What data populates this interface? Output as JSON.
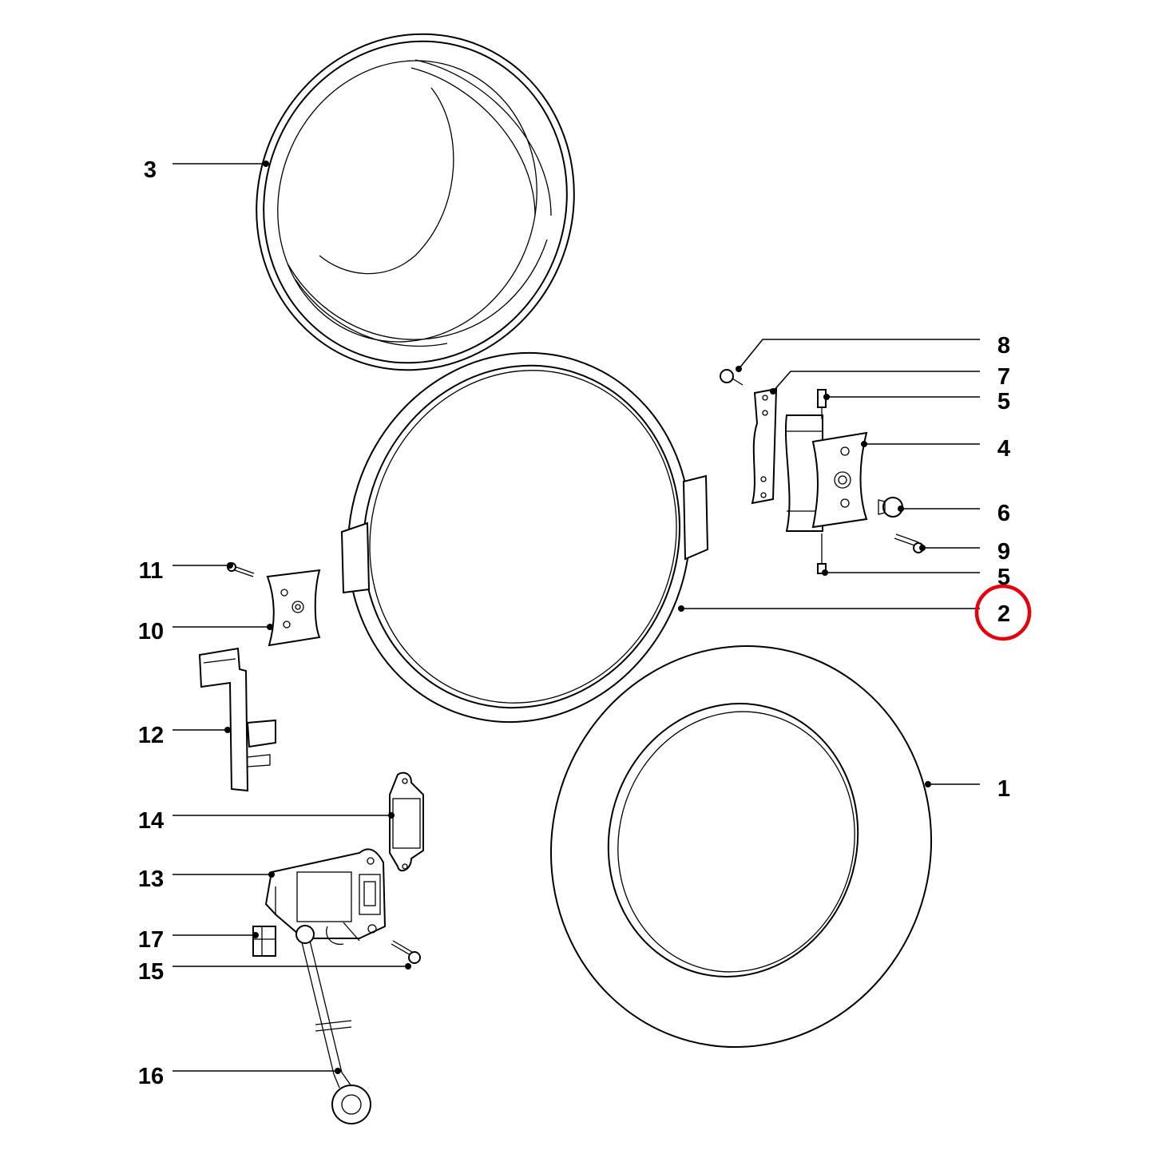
{
  "diagram": {
    "callouts": [
      {
        "id": "c1",
        "label": "1"
      },
      {
        "id": "c2",
        "label": "2"
      },
      {
        "id": "c3",
        "label": "3"
      },
      {
        "id": "c4",
        "label": "4"
      },
      {
        "id": "c5a",
        "label": "5"
      },
      {
        "id": "c5b",
        "label": "5"
      },
      {
        "id": "c6",
        "label": "6"
      },
      {
        "id": "c7",
        "label": "7"
      },
      {
        "id": "c8",
        "label": "8"
      },
      {
        "id": "c9",
        "label": "9"
      },
      {
        "id": "c10",
        "label": "10"
      },
      {
        "id": "c11",
        "label": "11"
      },
      {
        "id": "c12",
        "label": "12"
      },
      {
        "id": "c13",
        "label": "13"
      },
      {
        "id": "c14",
        "label": "14"
      },
      {
        "id": "c15",
        "label": "15"
      },
      {
        "id": "c16",
        "label": "16"
      },
      {
        "id": "c17",
        "label": "17"
      }
    ],
    "highlight": {
      "target": "c2",
      "color": "#e8000b"
    }
  }
}
